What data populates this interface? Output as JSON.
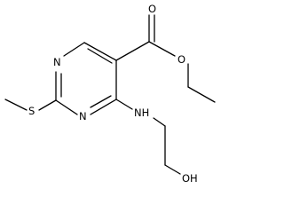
{
  "structure": {
    "atoms": {
      "ring_n_upper": "N",
      "ring_n_lower": "N",
      "thioether_s": "S",
      "carbonyl_o": "O",
      "ester_o": "O",
      "amine": "NH",
      "hydroxyl": "OH"
    }
  }
}
